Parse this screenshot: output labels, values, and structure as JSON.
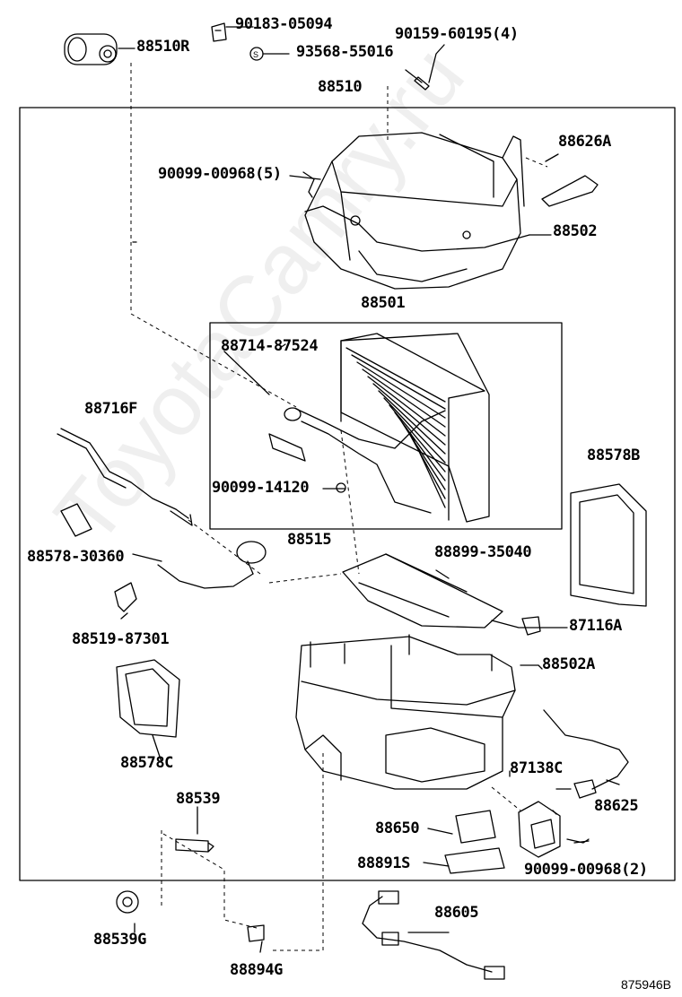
{
  "watermark": "ToyotaCamry.ru",
  "diagram_code": "875946B",
  "labels": {
    "p88510R": "88510R",
    "p90183": "90183-05094",
    "p93568": "93568-55016",
    "p90159": "90159-60195(4)",
    "p88510": "88510",
    "p88626A": "88626A",
    "p90099a": "90099-00968(5)",
    "p88502": "88502",
    "p88501": "88501",
    "p88714": "88714-87524",
    "p88716F": "88716F",
    "p88578B": "88578B",
    "p90099b": "90099-14120",
    "p88578": "88578-30360",
    "p88515": "88515",
    "p88899": "88899-35040",
    "p87116A": "87116A",
    "p88519": "88519-87301",
    "p88502A": "88502A",
    "p88578C": "88578C",
    "p87138C": "87138C",
    "p88539": "88539",
    "p88625": "88625",
    "p88650": "88650",
    "p88891S": "88891S",
    "p90099c": "90099-00968(2)",
    "p88605": "88605",
    "p88539G": "88539G",
    "p88894G": "88894G"
  }
}
